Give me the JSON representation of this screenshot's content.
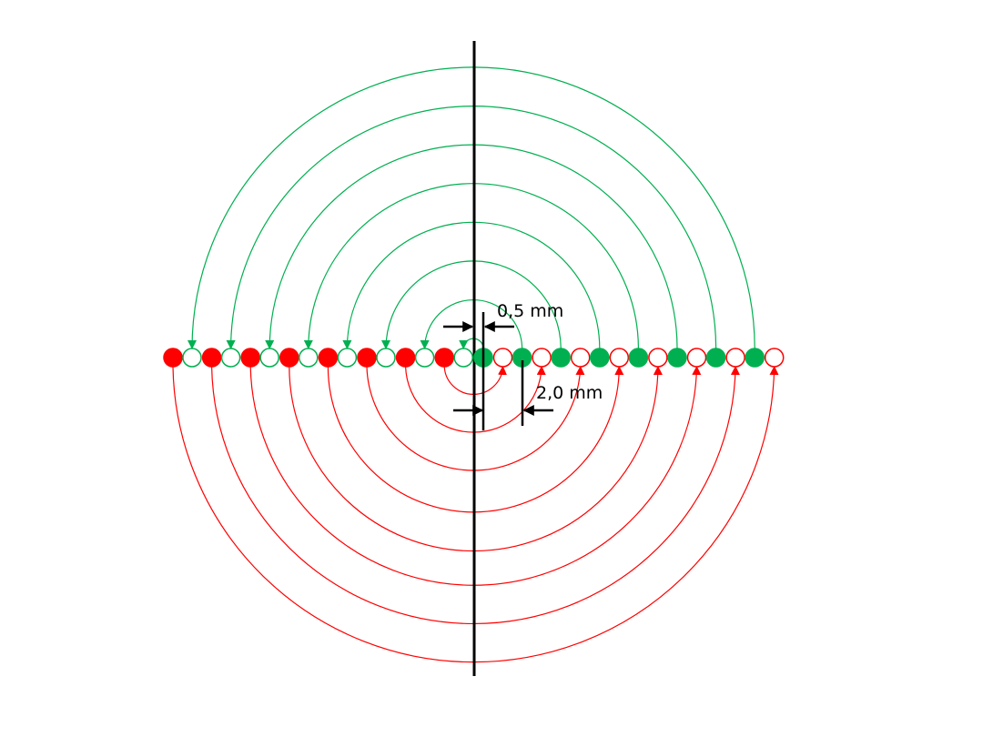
{
  "labels": {
    "spacing_small": "0,5 mm",
    "spacing_large": "2,0 mm"
  },
  "colors": {
    "green": "#00b050",
    "red": "#ff0000",
    "axis": "#000000"
  },
  "diagram": {
    "pairs_per_side": 8,
    "upper_arcs": "green",
    "lower_arcs": "red"
  }
}
